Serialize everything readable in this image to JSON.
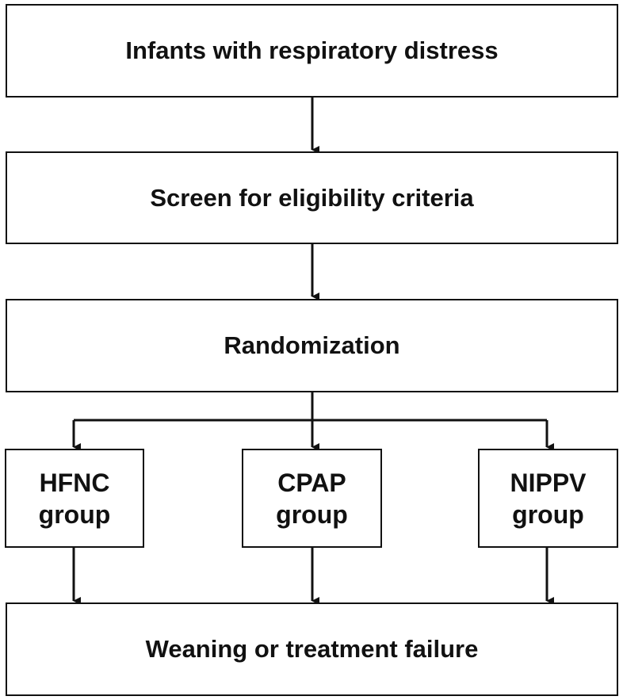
{
  "steps": {
    "step1": "Infants with respiratory distress",
    "step2": "Screen for eligibility criteria",
    "step3": "Randomization",
    "final": "Weaning or treatment failure"
  },
  "groups": [
    {
      "line1": "HFNC",
      "line2": "group"
    },
    {
      "line1": "CPAP",
      "line2": "group"
    },
    {
      "line1": "NIPPV",
      "line2": "group"
    }
  ]
}
